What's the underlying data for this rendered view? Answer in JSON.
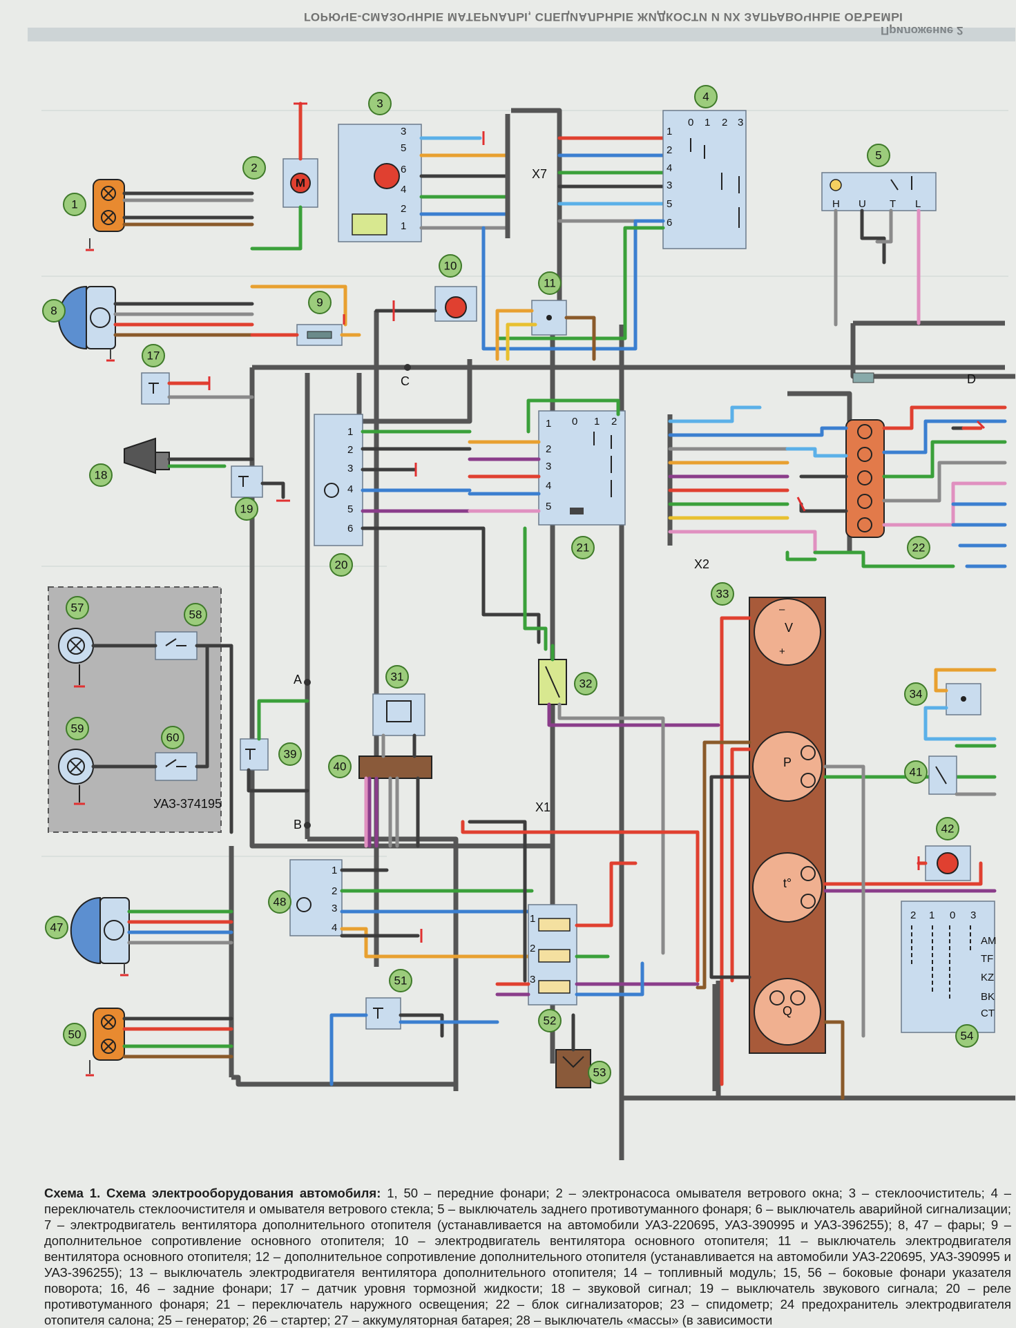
{
  "header": {
    "mirrored_title": "ПРИЛОЖЕНИЯ",
    "mirrored_subtitle": "ГОРЮЧЕ-СМАЗОЧНЫЕ МАТЕРИАЛЫ, СПЕЦИАЛЬНЫЕ ЖИДКОСТИ И ИХ ЗАПРАВОЧНЫЕ ОБЪЕМЫ",
    "mirrored_appendix": "Приложение 2"
  },
  "components": [
    {
      "num": "1"
    },
    {
      "num": "2"
    },
    {
      "num": "3"
    },
    {
      "num": "4"
    },
    {
      "num": "5"
    },
    {
      "num": "8"
    },
    {
      "num": "9"
    },
    {
      "num": "10"
    },
    {
      "num": "11"
    },
    {
      "num": "17"
    },
    {
      "num": "18"
    },
    {
      "num": "19"
    },
    {
      "num": "20"
    },
    {
      "num": "21"
    },
    {
      "num": "22"
    },
    {
      "num": "31"
    },
    {
      "num": "32"
    },
    {
      "num": "33"
    },
    {
      "num": "34"
    },
    {
      "num": "39"
    },
    {
      "num": "40"
    },
    {
      "num": "41"
    },
    {
      "num": "42"
    },
    {
      "num": "47"
    },
    {
      "num": "48"
    },
    {
      "num": "50"
    },
    {
      "num": "51"
    },
    {
      "num": "52"
    },
    {
      "num": "53"
    },
    {
      "num": "54"
    },
    {
      "num": "57"
    },
    {
      "num": "58"
    },
    {
      "num": "59"
    },
    {
      "num": "60"
    }
  ],
  "connectors": {
    "x7": "X7",
    "x2": "X2",
    "x1": "X1",
    "c": "C",
    "d": "D",
    "a": "A",
    "b": "B"
  },
  "variant_box": {
    "label": "УАЗ-374195"
  },
  "switch4": {
    "positions": [
      "0",
      "1",
      "2",
      "3"
    ],
    "pins": [
      "1",
      "2",
      "4",
      "3",
      "5",
      "6"
    ]
  },
  "wiper3": {
    "pins": [
      "3",
      "5",
      "6",
      "4",
      "2",
      "1"
    ]
  },
  "relay5": {
    "pins": [
      "H",
      "U",
      "T",
      "L"
    ]
  },
  "relay20": {
    "pins": [
      "1",
      "2",
      "3",
      "4",
      "5",
      "6"
    ]
  },
  "switch21": {
    "positions": [
      "0",
      "1",
      "2"
    ],
    "pins": [
      "1",
      "2",
      "3",
      "4",
      "5"
    ]
  },
  "relay48": {
    "pins": [
      "1",
      "2",
      "3",
      "4"
    ]
  },
  "fuse52": {
    "pins": [
      "1",
      "2",
      "3"
    ]
  },
  "switch54": {
    "positions": [
      "2",
      "1",
      "0",
      "3"
    ],
    "pins": [
      "AM",
      "TF",
      "KZ",
      "BK",
      "CT"
    ]
  },
  "gauges": {
    "v": "V",
    "p": "P",
    "t": "t°",
    "q": "Q",
    "minus": "–",
    "plus": "+"
  },
  "caption": {
    "title": "Схема 1. Схема электрооборудования автомобиля:",
    "text": " 1, 50 – передние фонари; 2 – электронасоса омывателя ветрового окна; 3 – стеклоочиститель; 4 – переключатель стеклоочистителя и омывателя ветрового стекла; 5 – выключатель заднего противотуманного фонаря; 6 – выключатель аварийной сигнализации; 7 – электродвигатель вентилятора дополнительного отопителя (устанавливается на автомобили УАЗ-220695, УАЗ-390995 и УАЗ-396255); 8, 47 – фары; 9 – дополнительное сопротивление основного отопителя; 10 – электродвигатель вентилятора основного отопителя; 11 – выключатель электродвигателя вентилятора основного отопителя; 12 – дополнительное сопротивление дополнительного отопителя (устанавливается на автомобили УАЗ-220695, УАЗ-390995 и УАЗ-396255); 13 – выключатель электродвигателя вентилятора дополнительного отопителя; 14 – топливный модуль; 15, 56 – боковые фонари указателя поворота; 16, 46 – задние фонари; 17 – датчик уровня тормозной жидкости; 18 – звуковой сигнал; 19 – выключатель звукового сигнала; 20 – реле противотуманного фонаря; 21 – переключатель наружного освещения; 22 – блок сигнализаторов; 23 – спидометр; 24 предохранитель электродвигателя отопителя салона; 25 – генератор; 26 – стартер; 27 – аккумуляторная батарея; 28 – выключатель «массы» (в зависимости"
  }
}
